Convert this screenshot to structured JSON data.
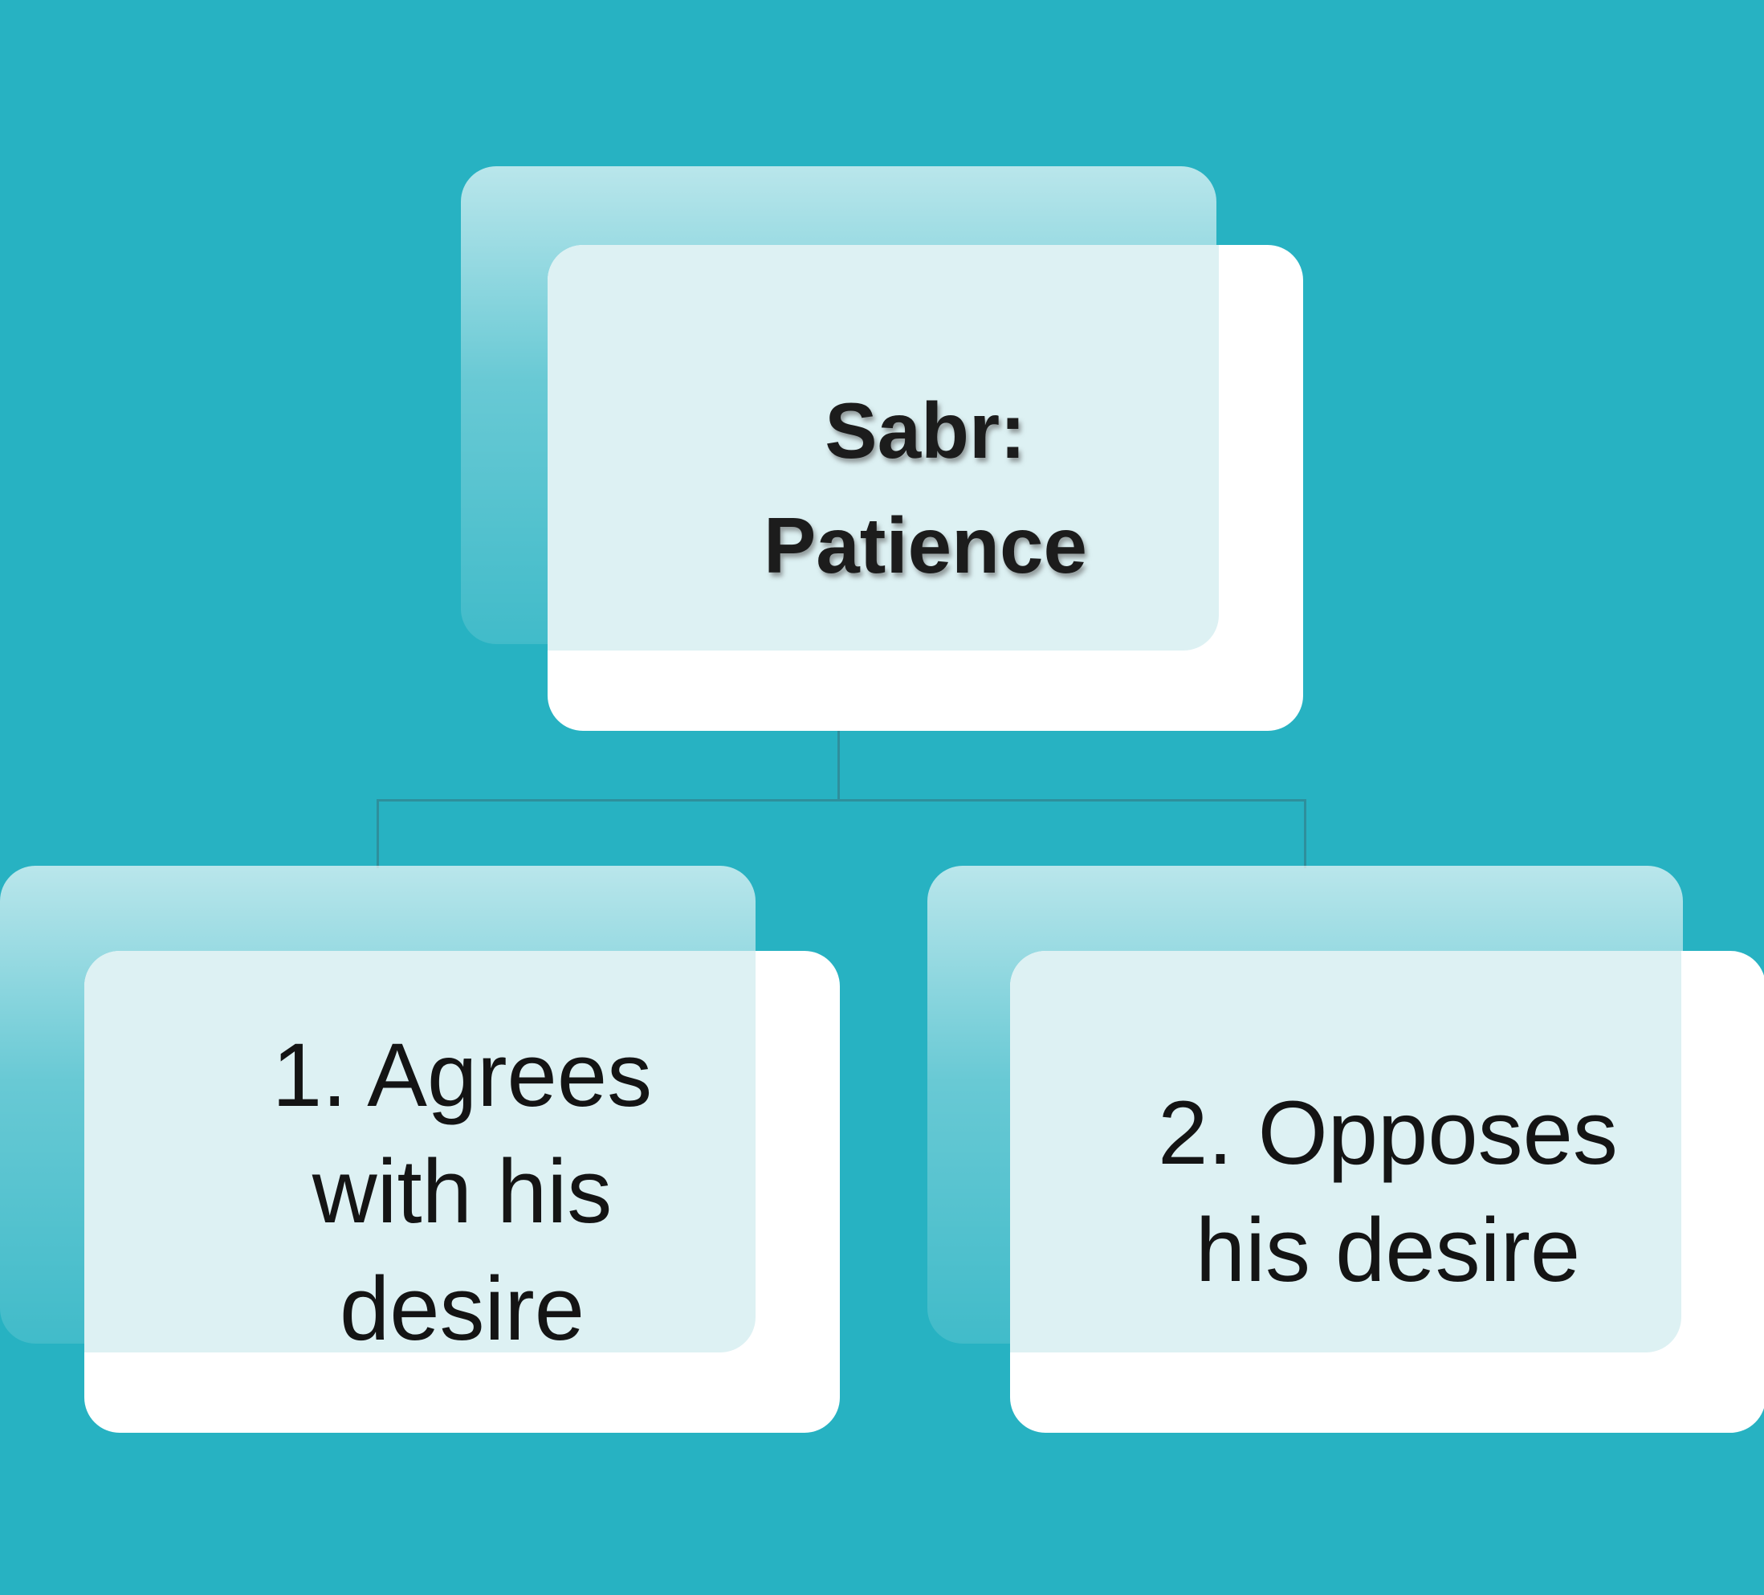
{
  "diagram": {
    "type": "hierarchy",
    "colors": {
      "background": "#27b2c2",
      "node_front": "#ffffff",
      "node_front_tint": "#ddf1f3",
      "connector": "#2e8f9c",
      "text": "#1a1a1a"
    },
    "nodes": {
      "root": {
        "text": "Sabr: Patience",
        "lines": [
          "Sabr:",
          "Patience"
        ]
      },
      "child_left": {
        "text": "1. Agrees with his desire",
        "lines": [
          "1. Agrees",
          "with his",
          "desire"
        ]
      },
      "child_right": {
        "text": "2. Opposes his desire",
        "lines": [
          "2. Opposes",
          "his desire"
        ]
      }
    },
    "connections": [
      {
        "from": "root",
        "to": "child_left"
      },
      {
        "from": "root",
        "to": "child_right"
      }
    ]
  }
}
